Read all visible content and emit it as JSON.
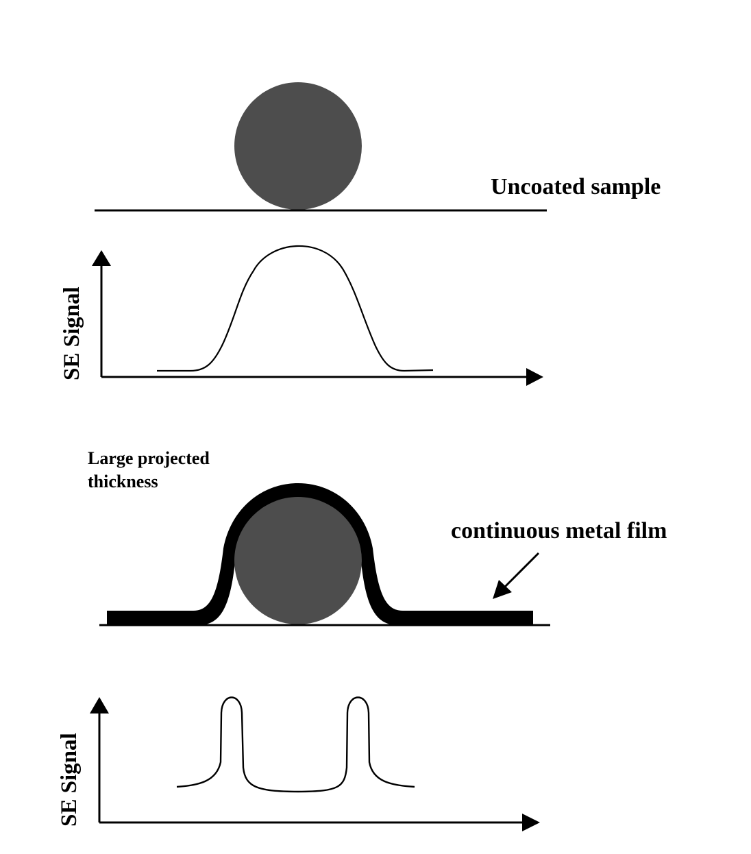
{
  "labels": {
    "uncoated": "Uncoated sample",
    "film": "continuous metal film",
    "projected_line1": "Large projected",
    "projected_line2": "thickness",
    "axis_top": "SE Signal",
    "axis_bottom": "SE Signal"
  },
  "colors": {
    "particle": "#4d4d4d",
    "ink": "#000000",
    "background": "#ffffff"
  }
}
